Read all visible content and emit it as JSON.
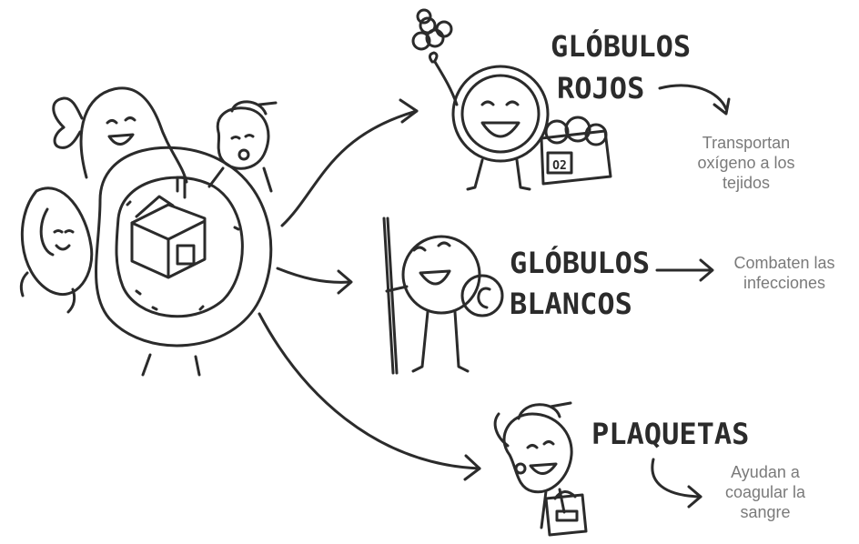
{
  "diagram": {
    "cells": [
      {
        "id": "rojos",
        "title_lines": [
          "GLÓBULOS",
          "ROJOS"
        ],
        "description_lines": [
          "Transportan",
          "oxígeno a los",
          "tejidos"
        ],
        "box_label": "O2"
      },
      {
        "id": "blancos",
        "title_lines": [
          "GLÓBULOS",
          "BLANCOS"
        ],
        "description_lines": [
          "Combaten las",
          "infecciones"
        ]
      },
      {
        "id": "plaquetas",
        "title_lines": [
          "PLAQUETAS"
        ],
        "description_lines": [
          "Ayudan a",
          "coagular la",
          "sangre"
        ]
      }
    ]
  },
  "colors": {
    "ink": "#2b2b2b",
    "description_text": "#7a7a7a",
    "background": "#ffffff"
  }
}
